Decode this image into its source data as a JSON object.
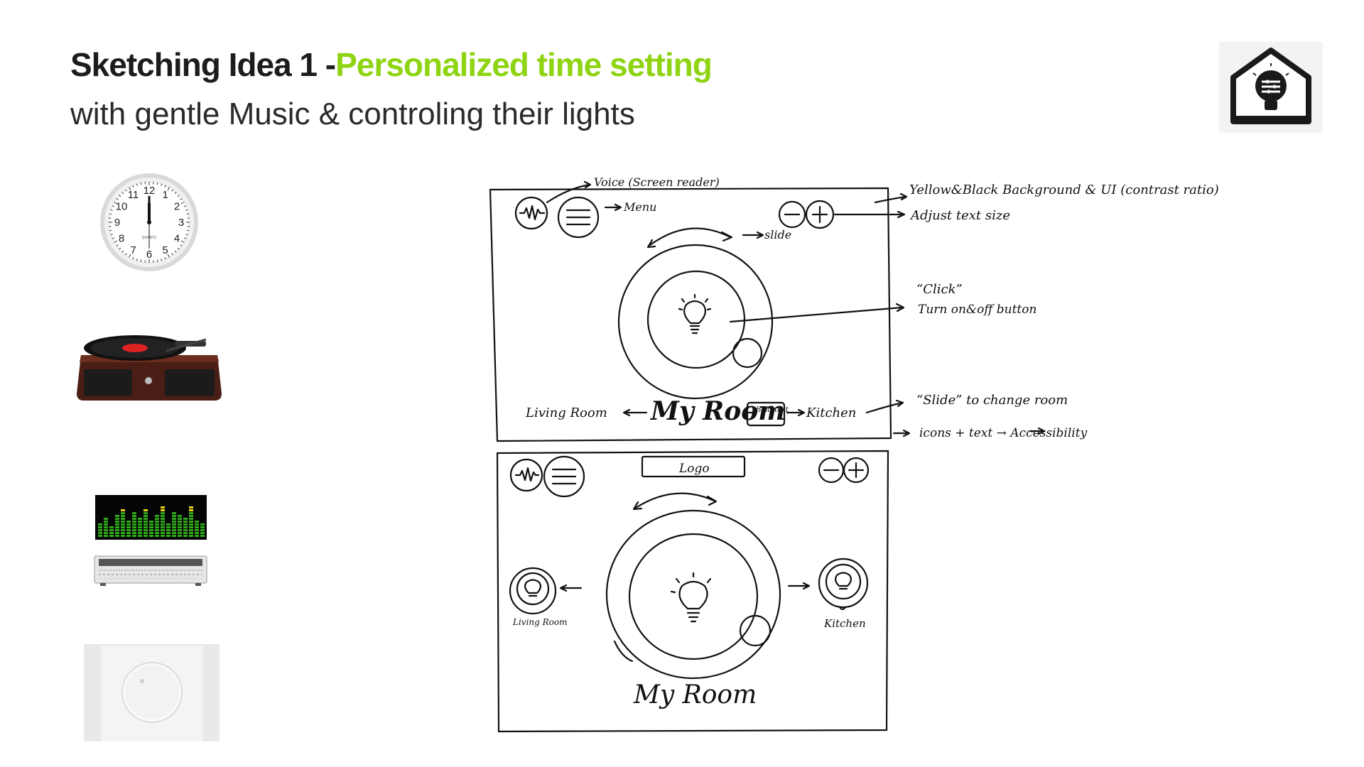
{
  "header": {
    "title_prefix": "Sketching  Idea 1 -",
    "title_highlight": "Personalized time setting",
    "subtitle": "with gentle Music & controling their lights"
  },
  "colors": {
    "accent": "#8fd412",
    "text": "#1c1c1c",
    "ink": "#111111"
  },
  "thumbnails": [
    {
      "name": "wall-clock",
      "icon": "clock-image"
    },
    {
      "name": "record-player",
      "icon": "turntable-image"
    },
    {
      "name": "equalizer",
      "icon": "equalizer-image"
    },
    {
      "name": "stereo-receiver",
      "icon": "receiver-image"
    },
    {
      "name": "dimmer-switch",
      "icon": "dimmer-image"
    }
  ],
  "clock": {
    "numbers": [
      "12",
      "1",
      "2",
      "3",
      "4",
      "5",
      "6",
      "7",
      "8",
      "9",
      "10",
      "11"
    ],
    "brand": "QUARTZ"
  },
  "sketch1": {
    "voice_note": "Voice (Screen reader)",
    "menu_note": "Menu",
    "slide_note": "slide",
    "contrast_note": "Yellow&Black Background & UI (contrast ratio)",
    "text_size_note": "Adjust text size",
    "click_note": "“Click”",
    "turn_note": "Turn on&off button",
    "left_room": "Living Room",
    "title": "My Room",
    "bold_text": "Bold text",
    "right_room": "Kitchen",
    "slide_change_note": "“Slide” to change room",
    "accessibility_note": "icons + text → Accessibility"
  },
  "sketch2": {
    "logo_label": "Logo",
    "left_room": "Living Room",
    "right_room": "Kitchen",
    "title": "My Room"
  }
}
